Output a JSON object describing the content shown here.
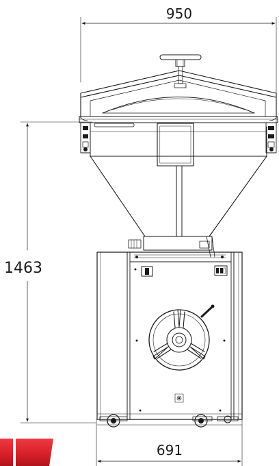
{
  "dimensions": {
    "width_top": "950",
    "height_left": "1463",
    "width_bottom": "691"
  },
  "colors": {
    "line": "#1a1a1a",
    "logo_red": "#d8202a",
    "logo_dark": "#b0141c"
  }
}
